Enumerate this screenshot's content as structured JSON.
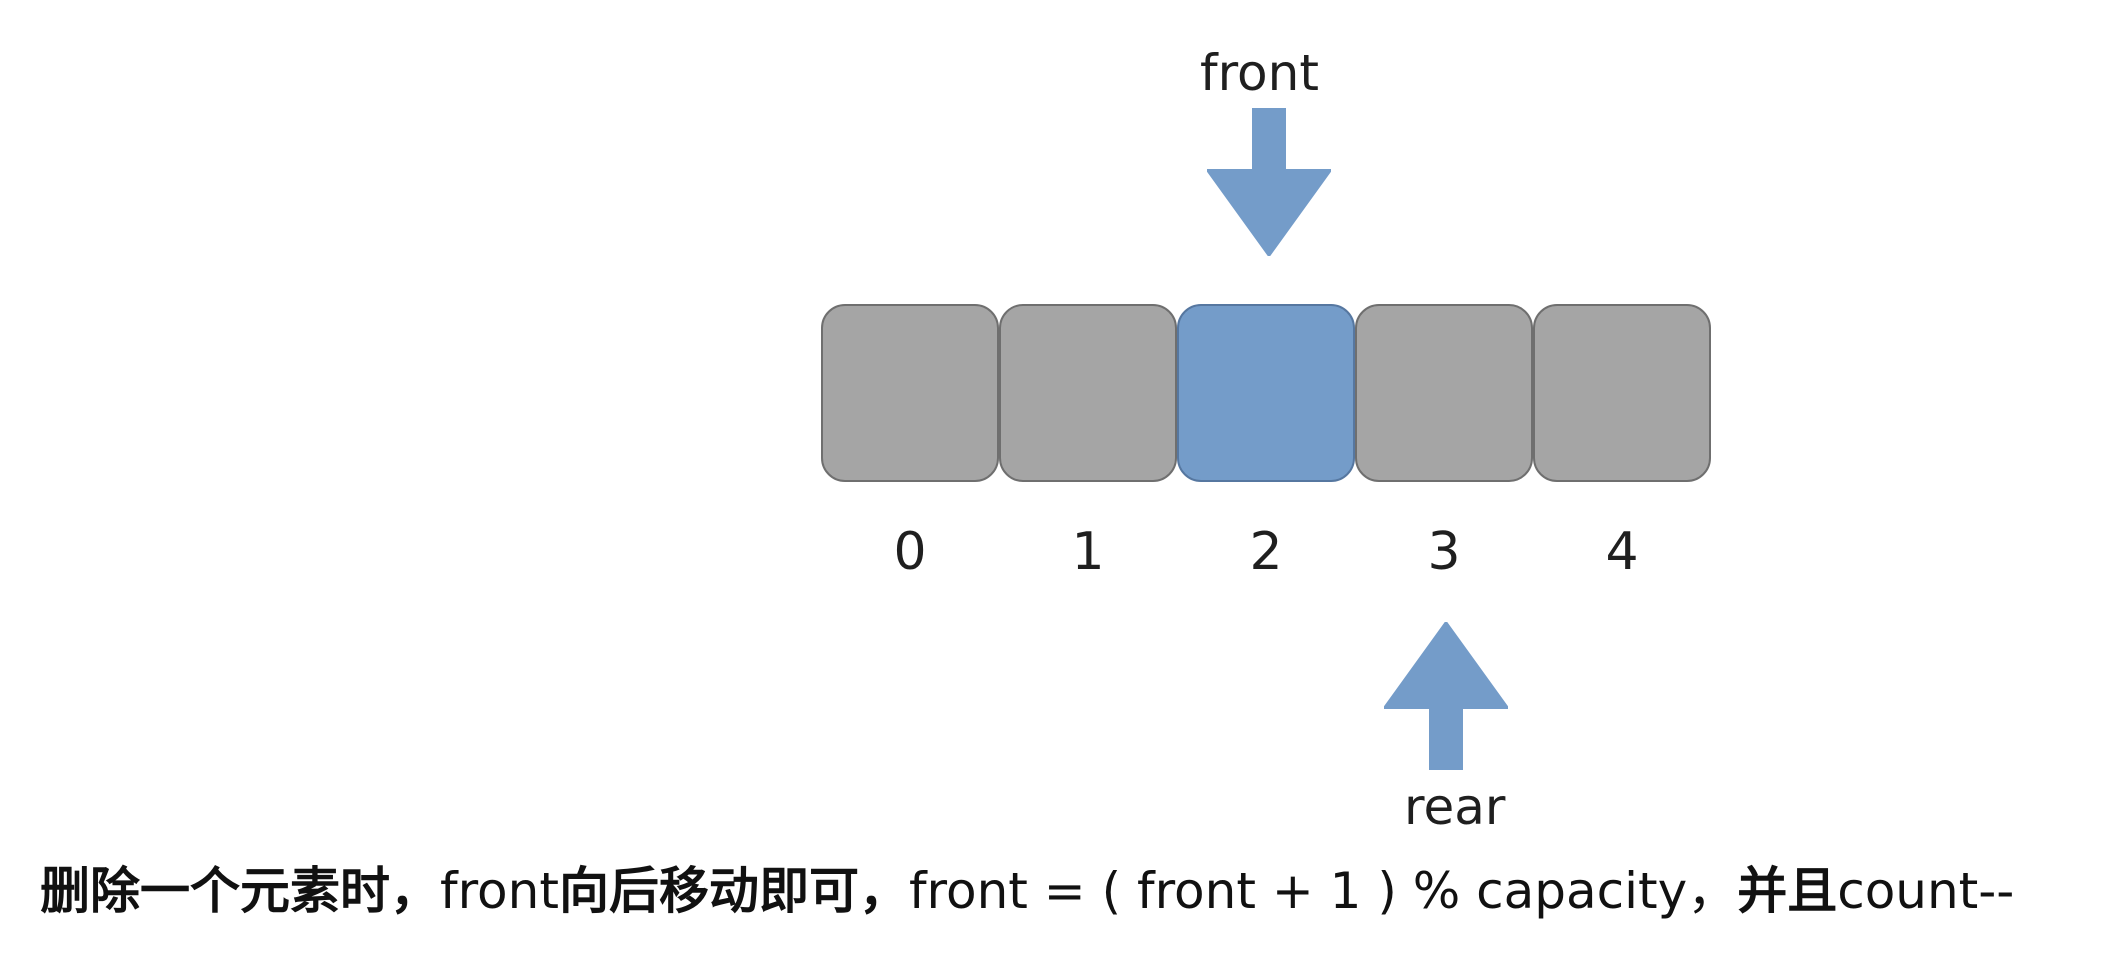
{
  "pointers": {
    "front": "front",
    "rear": "rear"
  },
  "array": {
    "indices": [
      "0",
      "1",
      "2",
      "3",
      "4"
    ],
    "highlighted_index": 2,
    "colors": {
      "cell": "#a5a5a5",
      "highlight": "#749cc9",
      "arrow": "#749cc9"
    }
  },
  "caption": {
    "part1": "删除一个元素时，",
    "part2": "front",
    "part3": "向后移动即可，",
    "part4": "front = ( front + 1 ) % capacity，",
    "part5": "并且",
    "part6": "count--"
  }
}
